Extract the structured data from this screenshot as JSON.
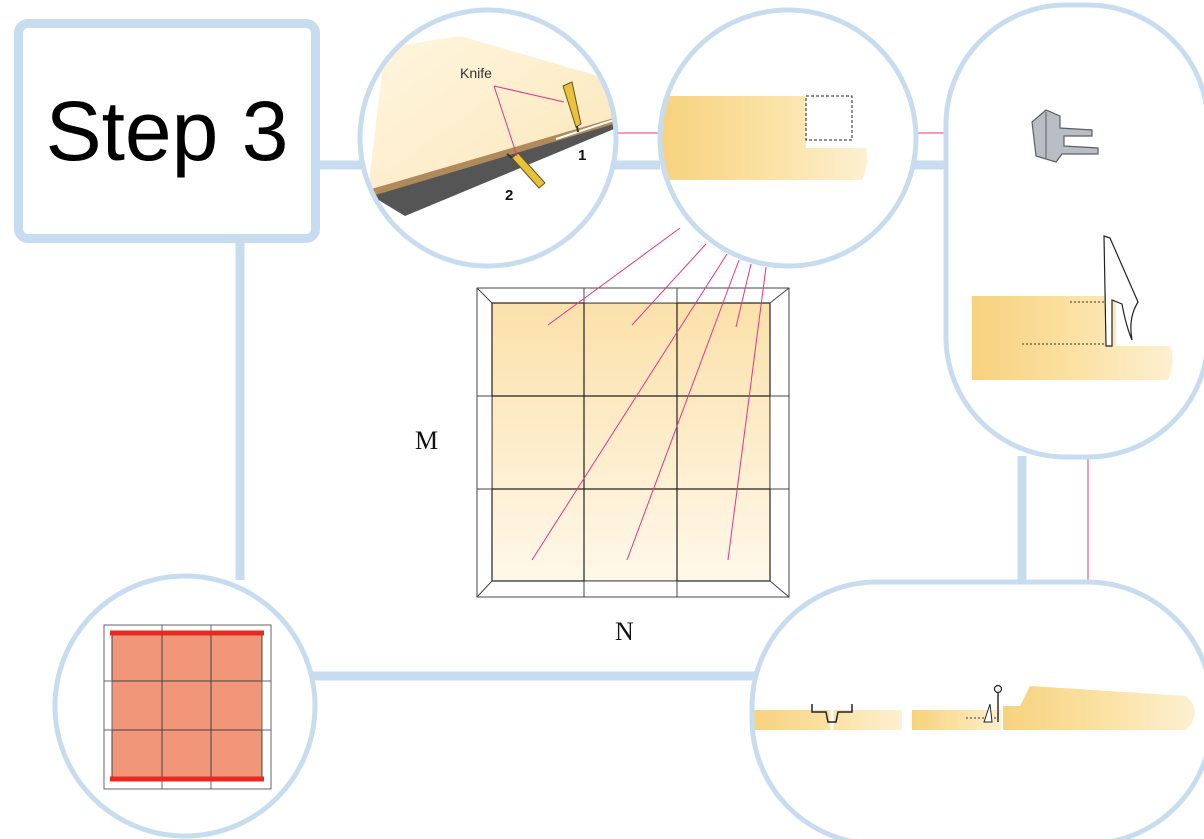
{
  "step": {
    "title": "Step 3"
  },
  "labels": {
    "knife": "Knife",
    "num1": "1",
    "num2": "2",
    "side_m": "M",
    "side_n": "N"
  },
  "colors": {
    "frame": "#c8dcf0",
    "wood": "#f7d27e",
    "wood_light": "#fff6de",
    "pink_line": "#e0368a",
    "tile_red": "#f2967a",
    "edge_red": "#e52a22"
  }
}
